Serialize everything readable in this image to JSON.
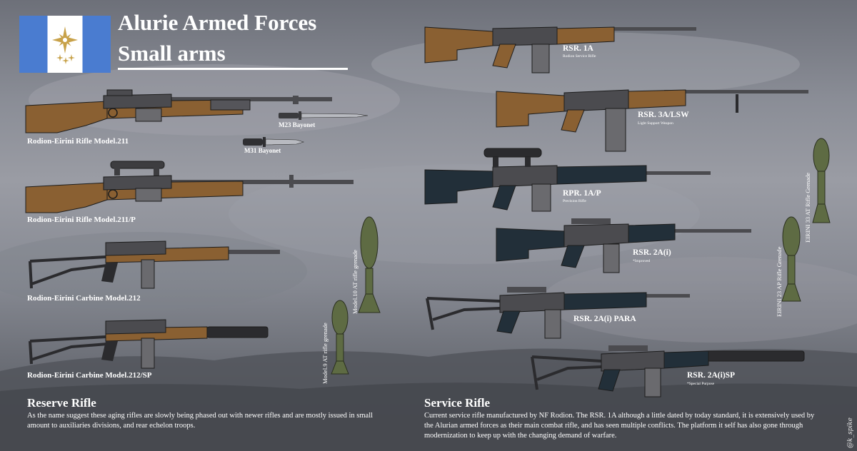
{
  "header": {
    "title": "Alurie Armed Forces",
    "subtitle": "Small arms"
  },
  "reserve": {
    "rifle_211": "Rodion-Eirini Rifle Model.211",
    "rifle_211p": "Rodion-Eirini Rifle Model.211/P",
    "carbine_212": "Rodion-Eirini Carbine Model.212",
    "carbine_212sp": "Rodion-Eirini Carbine Model.212/SP",
    "bayonet_m23": "M23 Bayonet",
    "bayonet_m31": "M31 Bayonet",
    "heading": "Reserve Rifle",
    "description": "As the name suggest these aging rifles are slowly being phased out with newer rifles and are mostly issued in small amount to auxiliaries divisions, and rear echelon troops."
  },
  "grenades": {
    "model9": "Model.9 AT rifle grenade",
    "model10": "Model.10 AT rifle grenade",
    "eirini33": "EIRINI 33 AT Rifle Grenade",
    "eirini23": "EIRINI 23 AP Rifle Grenade"
  },
  "service": {
    "rsr1a": "RSR. 1A",
    "rsr1a_sub": "Rodion Service Rifle",
    "rsr3a": "RSR. 3A/LSW",
    "rsr3a_sub": "Light Support Weapon",
    "rpr1ap": "RPR. 1A/P",
    "rpr1ap_sub": "Precision Rifle",
    "rsr2ai": "RSR. 2A(i)",
    "rsr2ai_sub": "*Improved",
    "rsr2aipara": "RSR. 2A(i) PARA",
    "rsr2aisp": "RSR. 2A(i)SP",
    "rsr2aisp_sub": "*Special Purpose",
    "heading": "Service Rifle",
    "description": "Current service rifle manufactured by NF Rodion. The RSR. 1A although a little dated by today standard, it is extensively used by the Alurian armed forces as their main combat rifle, and has seen multiple conflicts. The platform it self has also gone through modernization to keep up with the changing demand of warfare."
  },
  "signature": "@k_spike",
  "colors": {
    "wood": "#8a6032",
    "metal": "#4b4b4f",
    "polymer": "#222f39",
    "grenade": "#5e6b43",
    "flag_blue": "#4a7cd0",
    "emblem_gold": "#c8a24a"
  }
}
